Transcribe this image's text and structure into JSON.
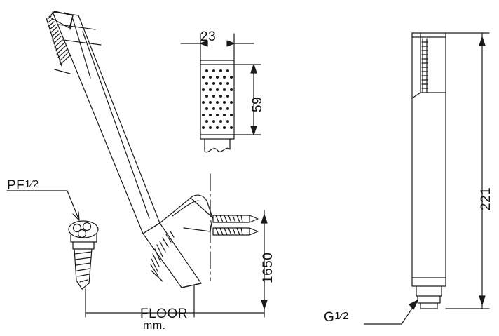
{
  "drawing": {
    "title": "handheld-shower-technical-drawing",
    "line_color": "#1a1a1a",
    "background": "#ffffff",
    "dimensions": {
      "width_23": "23",
      "height_59": "59",
      "height_221": "221",
      "floor_height_1650": "1650"
    },
    "labels": {
      "thread_pf": "PF",
      "thread_pf_fraction": "1⁄2",
      "thread_g": "G",
      "thread_g_fraction": "1⁄2",
      "floor": "FLOOR",
      "units": "mm."
    }
  }
}
